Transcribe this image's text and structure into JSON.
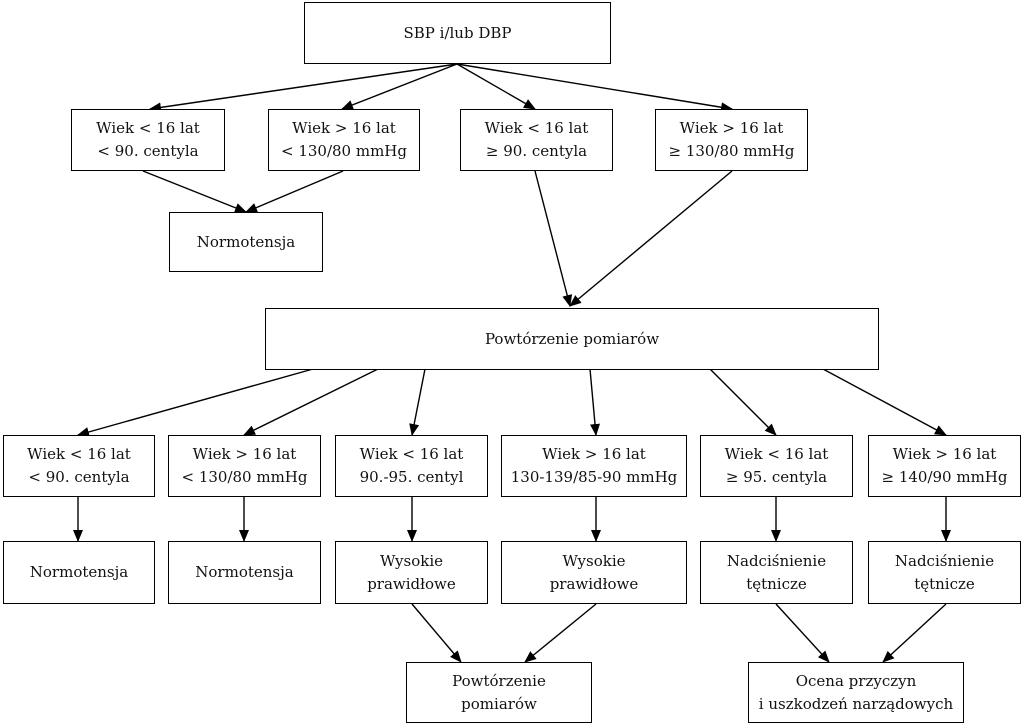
{
  "diagram": {
    "root": "SBP i/lub DBP",
    "level1": [
      {
        "line1": "Wiek < 16 lat",
        "line2": "< 90. centyla"
      },
      {
        "line1": "Wiek > 16 lat",
        "line2": "< 130/80 mmHg"
      },
      {
        "line1": "Wiek < 16 lat",
        "line2": "≥ 90. centyla"
      },
      {
        "line1": "Wiek > 16 lat",
        "line2": "≥ 130/80 mmHg"
      }
    ],
    "normotension_top": "Normotensja",
    "repeat_main": "Powtórzenie pomiarów",
    "level3": [
      {
        "line1": "Wiek < 16 lat",
        "line2": "< 90. centyla"
      },
      {
        "line1": "Wiek > 16 lat",
        "line2": "< 130/80 mmHg"
      },
      {
        "line1": "Wiek < 16 lat",
        "line2": "90.-95. centyl"
      },
      {
        "line1": "Wiek > 16 lat",
        "line2": "130-139/85-90 mmHg"
      },
      {
        "line1": "Wiek < 16 lat",
        "line2": "≥ 95. centyla"
      },
      {
        "line1": "Wiek > 16 lat",
        "line2": "≥ 140/90 mmHg"
      }
    ],
    "level4": [
      {
        "line1": "Normotensja",
        "line2": ""
      },
      {
        "line1": "Normotensja",
        "line2": ""
      },
      {
        "line1": "Wysokie",
        "line2": "prawidłowe"
      },
      {
        "line1": "Wysokie",
        "line2": "prawidłowe"
      },
      {
        "line1": "Nadciśnienie",
        "line2": "tętnicze"
      },
      {
        "line1": "Nadciśnienie",
        "line2": "tętnicze"
      }
    ],
    "final_repeat": {
      "line1": "Powtórzenie",
      "line2": "pomiarów"
    },
    "final_assessment": {
      "line1": "Ocena przyczyn",
      "line2": "i uszkodzeń narządowych"
    }
  }
}
